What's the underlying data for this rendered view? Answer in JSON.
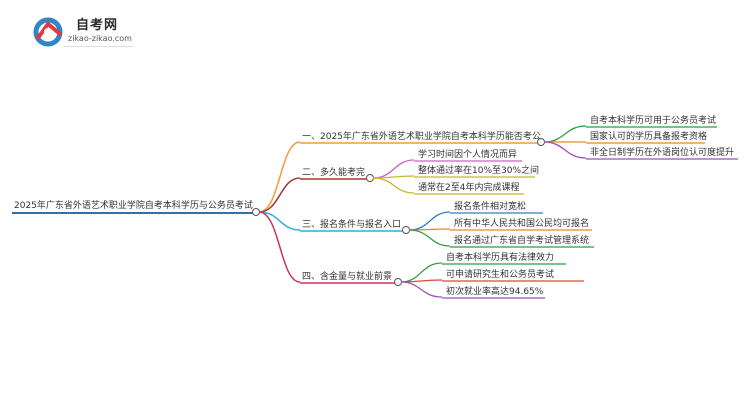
{
  "brand": {
    "title": "自考网",
    "url": "zikao-zikao.com"
  },
  "colors": {
    "root": "#2f6fb3",
    "branch1": "#f29b3a",
    "branch2": "#a33b2d",
    "branch3": "#2ab0d9",
    "branch4": "#c6365a",
    "leafGreen": "#2e9e3f",
    "leafOrange": "#e08a2c",
    "leafPurple": "#9b4fc4",
    "leafPink": "#d45dbf",
    "leafYellow": "#c6b82a",
    "leafBlue": "#2f7ec9",
    "leafRed": "#d24b3c"
  },
  "root": {
    "label": "2025年广东省外语艺术职业学院自考本科学历与公务员考试"
  },
  "branches": [
    {
      "label": "一、2025年广东省外语艺术职业学院自考本科学历能否考公",
      "children": [
        "自考本科学历可用于公务员考试",
        "国家认可的学历具备报考资格",
        "非全日制学历在外语岗位认可度提升"
      ]
    },
    {
      "label": "二、多久能考完",
      "children": [
        "学习时间因个人情况而异",
        "整体通过率在10%至30%之间",
        "通常在2至4年内完成课程"
      ]
    },
    {
      "label": "三、报名条件与报名入口",
      "children": [
        "报名条件相对宽松",
        "所有中华人民共和国公民均可报名",
        "报名通过广东省自学考试管理系统"
      ]
    },
    {
      "label": "四、含金量与就业前景",
      "children": [
        "自考本科学历具有法律效力",
        "可申请研究生和公务员考试",
        "初次就业率高达94.65%"
      ]
    }
  ]
}
